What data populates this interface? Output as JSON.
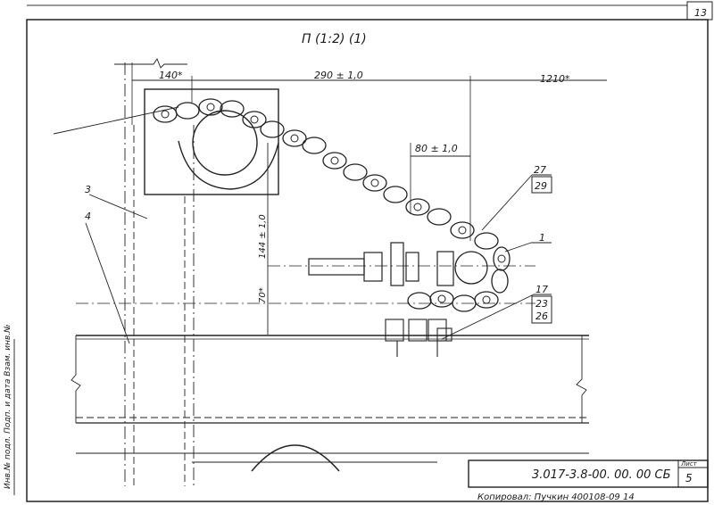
{
  "sheet_number": "13",
  "view_label": "П (1:2) (1)",
  "dimensions": {
    "left_offset": "140*",
    "span": "290 ± 1,0",
    "right_offset": "1210*",
    "pitch": "80 ± 1,0",
    "height": "144 ± 1,0",
    "base_height": "70*"
  },
  "callouts": {
    "c1": "1",
    "c3": "3",
    "c4": "4",
    "c17": "17",
    "c23": "23",
    "c26": "26",
    "c27": "27",
    "c29": "29"
  },
  "title_block": {
    "designation": "3.017-3.8-00. 00. 00 СБ",
    "sheet_label": "Лист",
    "sheet_value": "5"
  },
  "margin_column_text": "Инв.№ подл.  Подп. и дата  Взам. инв.№",
  "footer_text": "Копировал: Пучкин  400108-09  14"
}
